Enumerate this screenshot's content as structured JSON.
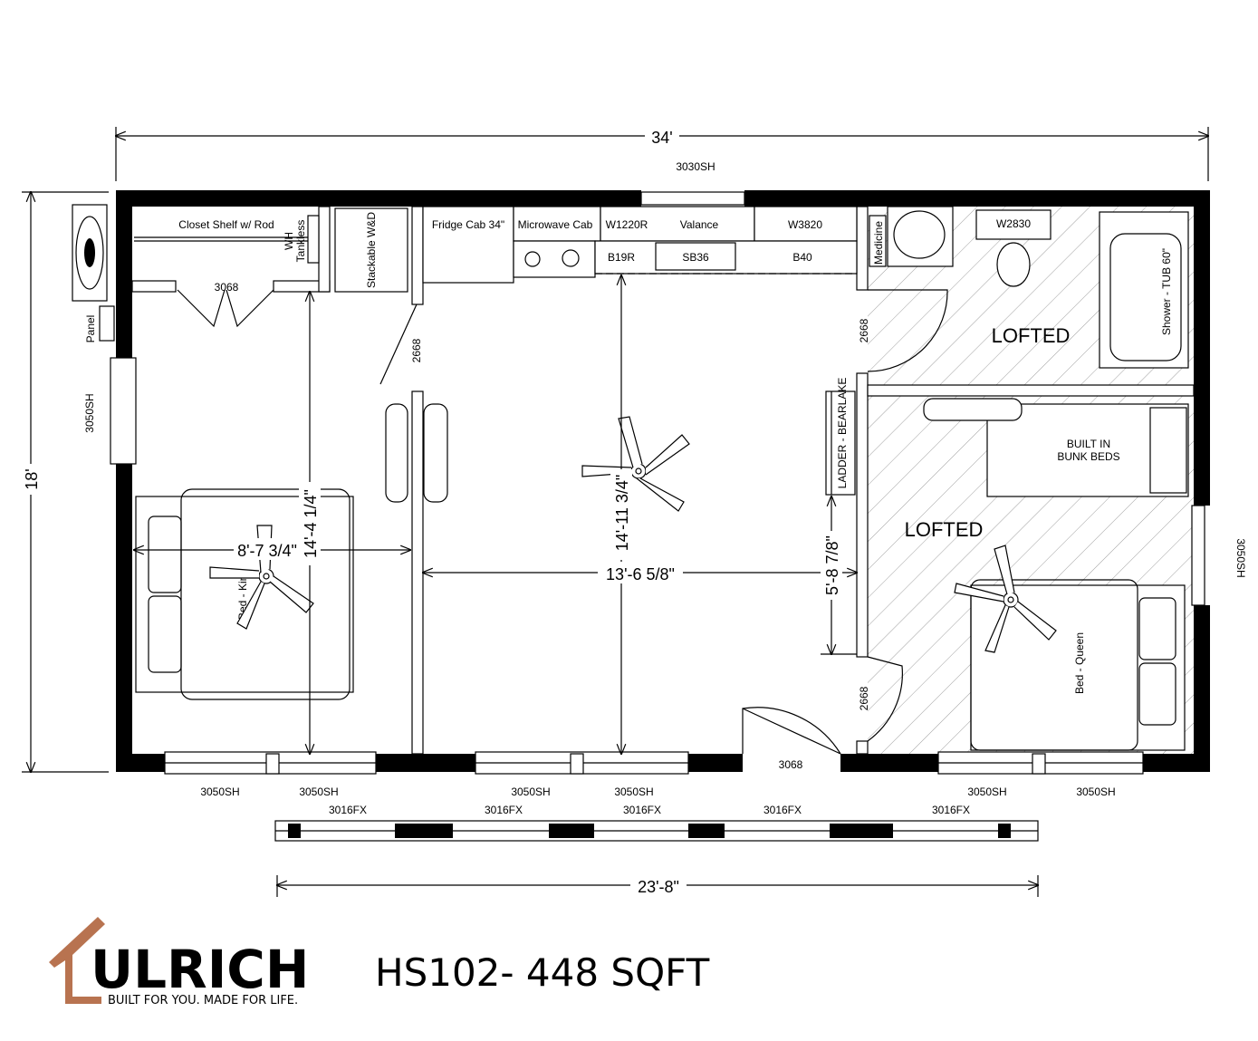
{
  "plan": {
    "title": "HS102- 448 SQFT",
    "logo": {
      "name": "ULRICH",
      "tagline": "BUILT FOR YOU. MADE FOR LIFE.",
      "accent_color": "#b87350"
    },
    "dimensions": {
      "overall_width": "34'",
      "overall_depth": "18'",
      "porch_width": "23'-8\"",
      "bedroom_width": "8'-7 3/4\"",
      "bedroom_depth": "14'-4 1/4\"",
      "living_depth": "14'-11 3/4\"",
      "living_width": "13'-6 5/8\"",
      "loft_ladder_dim": "5'-8 7/8\""
    },
    "windows": {
      "top": "3030SH",
      "left": "3050SH",
      "right": "3050SH",
      "bottom": [
        "3050SH",
        "3050SH",
        "3016FX",
        "3016FX",
        "3050SH",
        "3050SH",
        "3016FX",
        "3016FX",
        "3016FX",
        "3050SH",
        "3050SH"
      ]
    },
    "doors": {
      "closet": "3068",
      "laundry": "2668",
      "bath": "2668",
      "loft_bedroom": "2668",
      "entry": "3068"
    },
    "fixtures": {
      "closet_shelf": "Closet Shelf w/ Rod",
      "wh_line1": "WH",
      "wh_line2": "Tankless",
      "washer_dryer": "Stackable W&D",
      "fridge": "Fridge Cab 34\"",
      "microwave": "Microwave Cab",
      "w1220r": "W1220R",
      "valance": "Valance",
      "w3820": "W3820",
      "b19r": "B19R",
      "sb36": "SB36",
      "b40": "B40",
      "medicine": "Medicine",
      "w2830": "W2830",
      "shower": "Shower - TUB 60\"",
      "panel": "Panel",
      "ladder": "LADDER - BEARLAKE",
      "bunk_line1": "BUILT IN",
      "bunk_line2": "BUNK BEDS",
      "bed_king": "Bed - King",
      "bed_queen": "Bed - Queen"
    },
    "rooms": {
      "loft_upper": "LOFTED",
      "loft_lower": "LOFTED"
    }
  }
}
